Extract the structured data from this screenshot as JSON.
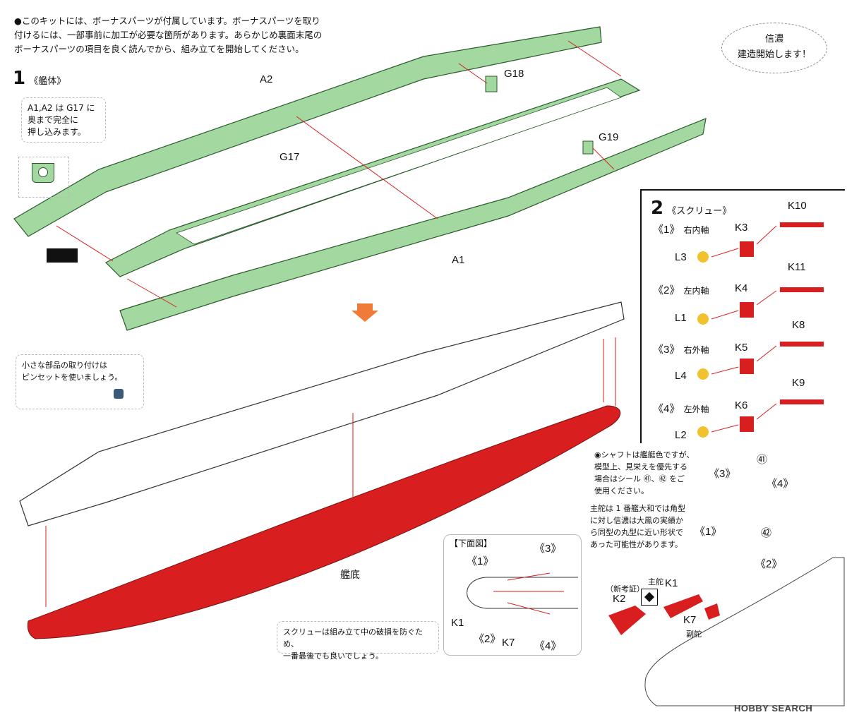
{
  "intro_text": [
    "●このキットには、ボーナスパーツが付属しています。ボーナスパーツを取り",
    "付けるには、一部事前に加工が必要な箇所があります。あらかじめ裏面末尾の",
    "ボーナスパーツの項目を良く読んでから、組み立てを開始してください。"
  ],
  "bubble": [
    "信濃",
    "建造開始します！"
  ],
  "step1": {
    "num": "1",
    "title": "《艦体》",
    "note": [
      "A1,A2 は G17 に",
      "奥まで完全に",
      "押し込みます。"
    ],
    "parts": {
      "a2": "A2",
      "g17": "G17",
      "g18": "G18",
      "g19": "G19",
      "a1": "A1",
      "hull_bottom": "艦底"
    },
    "tweezer_note": [
      "小さな部品の取り付けは",
      "ピンセットを使いましょう。"
    ],
    "screw_note": [
      "スクリューは組み立て中の破損を防ぐため、",
      "一番最後でも良いでしょう。"
    ]
  },
  "step2": {
    "num": "2",
    "title": "《スクリュー》",
    "rows": [
      {
        "idx": "《1》",
        "name": "右内軸",
        "shaft": "K10",
        "bracket": "K3",
        "screw": "L3"
      },
      {
        "idx": "《2》",
        "name": "左内軸",
        "shaft": "K11",
        "bracket": "K4",
        "screw": "L1"
      },
      {
        "idx": "《3》",
        "name": "右外軸",
        "shaft": "K8",
        "bracket": "K5",
        "screw": "L4"
      },
      {
        "idx": "《4》",
        "name": "左外軸",
        "shaft": "K9",
        "bracket": "K6",
        "screw": "L2"
      }
    ],
    "shaft_note": [
      "◉シャフトは艦艇色ですが、",
      "模型上、見栄えを優先する",
      "場合はシール ㊶、㊷ をご",
      "使用ください。"
    ],
    "rudder_note": [
      "主舵は 1 番艦大和では角型",
      "に対し信濃は大鳳の実績か",
      "ら同型の丸型に近い形状で",
      "あった可能性があります。"
    ],
    "detail_labels": {
      "p3": "《3》",
      "p4": "《4》",
      "p1": "《1》",
      "p2": "《2》",
      "s41": "㊶",
      "s42": "㊷"
    },
    "bottom_view": {
      "title": "【下面図】",
      "p1": "《1》",
      "p2": "《2》",
      "p3": "《3》",
      "p4": "《4》",
      "k1": "K1",
      "k7": "K7"
    },
    "rudders": {
      "k2": "K2",
      "k2_note": "（新考証）",
      "k1": "K1",
      "k1_note": "主舵",
      "k7": "K7",
      "k7_note": "副舵"
    }
  },
  "colors": {
    "green": "#a3d9a0",
    "red": "#d81e1e",
    "yellow": "#f2c12e",
    "orange": "#f07a3a"
  },
  "watermark": "HOBBY SEARCH"
}
